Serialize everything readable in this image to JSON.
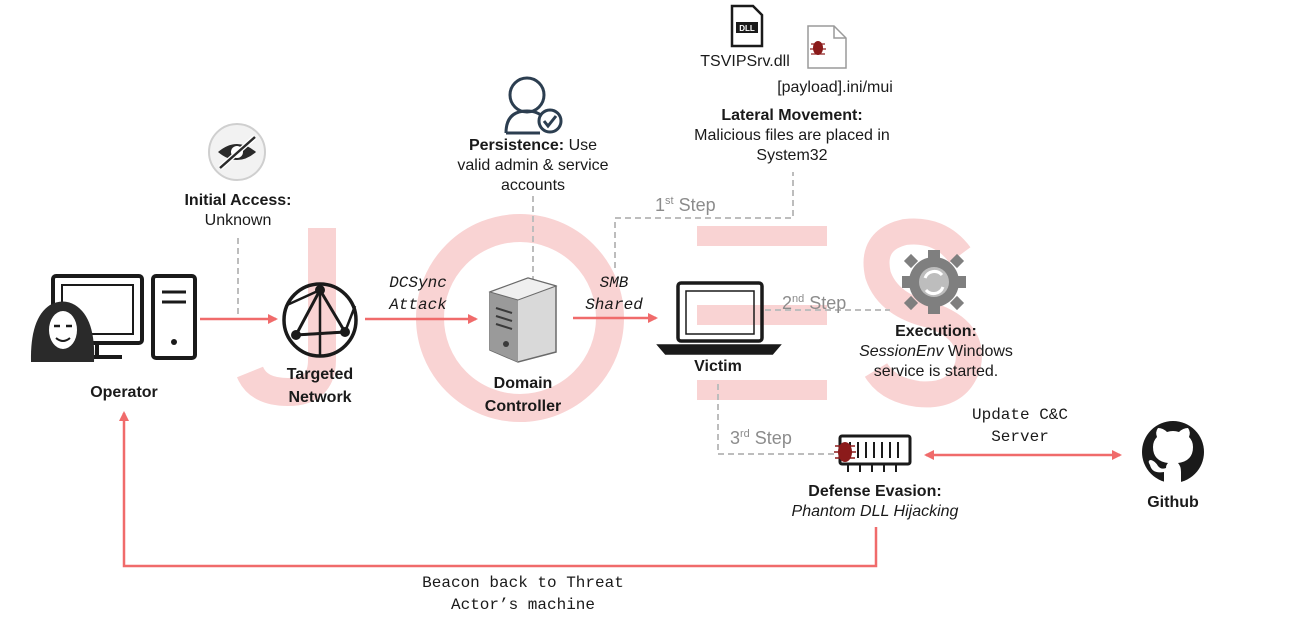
{
  "watermark": "JOES",
  "nodes": {
    "operator": "Operator",
    "targeted_network_line1": "Targeted",
    "targeted_network_line2": "Network",
    "domain_controller_line1": "Domain",
    "domain_controller_line2": "Controller",
    "victim": "Victim",
    "github": "Github"
  },
  "initial_access": {
    "title": "Initial Access:",
    "text": "Unknown"
  },
  "persistence": {
    "title": "Persistence:",
    "text1": " Use",
    "text2": "valid admin & service",
    "text3": "accounts"
  },
  "lateral_movement": {
    "title": "Lateral Movement:",
    "text1": "Malicious files are placed in",
    "text2": "System32"
  },
  "files": {
    "dll_badge": "DLL",
    "dll_name": "TSVIPSrv.dll",
    "payload_name": "[payload].ini/mui"
  },
  "execution": {
    "title": "Execution:",
    "italic": "SessionEnv",
    "text1": " Windows",
    "text2": "service is started."
  },
  "defense_evasion": {
    "title": "Defense Evasion:",
    "text": "Phantom DLL Hijacking"
  },
  "edges": {
    "dcsync_1": "DCSync",
    "dcsync_2": "Attack",
    "smb_1": "SMB",
    "smb_2": "Shared",
    "update_1": "Update C&C",
    "update_2": "Server",
    "beacon_1": "Beacon back to Threat",
    "beacon_2": "Actor’s machine"
  },
  "steps": {
    "s1_num": "1",
    "s1_sup": "st",
    "s1_text": " Step",
    "s2_num": "2",
    "s2_sup": "nd",
    "s2_text": " Step",
    "s3_num": "3",
    "s3_sup": "rd",
    "s3_text": " Step"
  },
  "colors": {
    "arrow": "#f06b6b",
    "watermark": "#f9d3d3",
    "dashed": "#bdbdbd",
    "icon": "#1a1a1a",
    "steps": "#8c8c8c"
  }
}
